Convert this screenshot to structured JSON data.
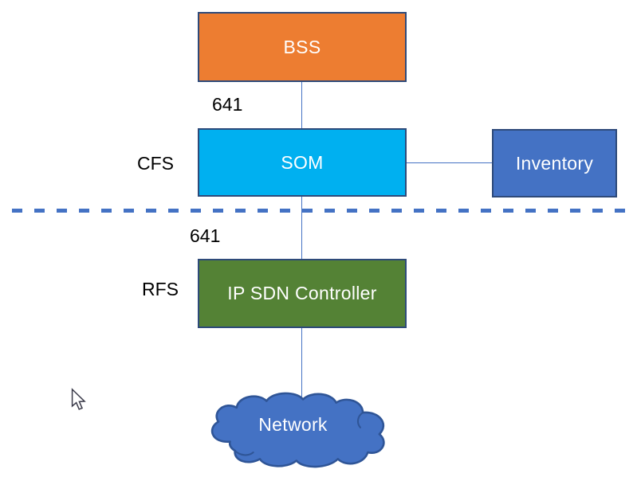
{
  "diagram": {
    "nodes": {
      "bss": {
        "label": "BSS",
        "fill": "#ED7D31"
      },
      "som": {
        "label": "SOM",
        "fill": "#00B0F0"
      },
      "inventory": {
        "label": "Inventory",
        "fill": "#4472C4"
      },
      "ip_sdn_controller": {
        "label": "IP SDN Controller",
        "fill": "#548235"
      },
      "network_cloud": {
        "label": "Network",
        "fill": "#4472C4"
      }
    },
    "zone_labels": {
      "cfs": "CFS",
      "rfs": "RFS"
    },
    "connector_labels": {
      "bss_to_som": "641",
      "som_to_sdn": "641"
    },
    "colors": {
      "node_border": "#2E4A7A",
      "connector_line": "#4472C4",
      "zone_divider_dash": "#4472C4",
      "node_text": "#FFFFFF",
      "label_text": "#000000",
      "cloud_outline": "#2F5597"
    }
  }
}
